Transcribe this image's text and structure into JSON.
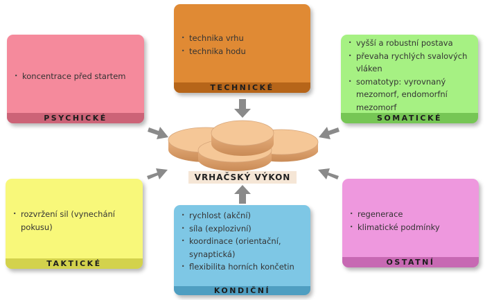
{
  "center": {
    "label": "VRHAČSKÝ VÝKON"
  },
  "technicke": {
    "title": "TECHNICKÉ",
    "items": [
      "technika vrhu",
      "technika hodu"
    ]
  },
  "psychicke": {
    "title": "PSYCHICKÉ",
    "items": [
      "koncentrace před startem"
    ]
  },
  "somaticke": {
    "title": "SOMATICKÉ",
    "items": [
      "vyšší a robustní postava",
      "převaha rychlých svalových vláken",
      "somatotyp: vyrovnaný mezomorf, endomorfní mezomorf"
    ]
  },
  "takticke": {
    "title": "TAKTICKÉ",
    "items": [
      "rozvržení sil (vynechání pokusu)"
    ]
  },
  "kondicni": {
    "title": "KONDIČNÍ",
    "items": [
      "rychlost (akční)",
      "síla (explozivní)",
      "koordinace (orientační, synaptická)",
      "flexibilita horních končetin"
    ]
  },
  "ostatni": {
    "title": "OSTATNÍ",
    "items": [
      "regenerace",
      "klimatické podmínky"
    ]
  },
  "colors": {
    "technicke": "#e08a34",
    "psychicke": "#f58a9c",
    "somaticke": "#a6f183",
    "takticke": "#f8f87a",
    "kondicni": "#7ec7e5",
    "ostatni": "#ee98de",
    "disk": "#f5c797",
    "arrow": "#8a8a8a"
  }
}
